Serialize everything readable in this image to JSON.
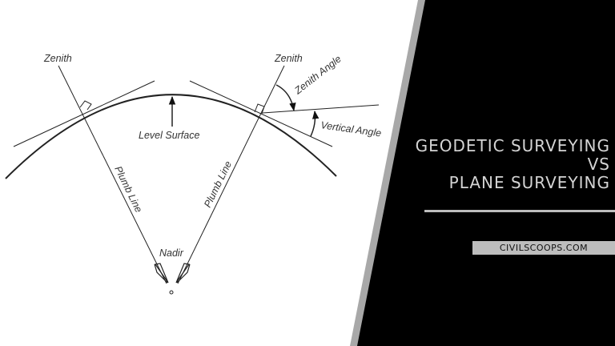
{
  "diagram": {
    "labels": {
      "zenith_left": "Zenith",
      "zenith_right": "Zenith",
      "zenith_angle": "Zenith Angle",
      "vertical_angle": "Vertical Angle",
      "level_surface": "Level Surface",
      "plumb_line_left": "Plumb Line",
      "plumb_line_right": "Plumb Line",
      "nadir": "Nadir"
    }
  },
  "panel": {
    "title_lines": [
      "GEODETIC SURVEYING",
      "VS",
      "PLANE SURVEYING"
    ],
    "site": "CIVILSCOOPS.COM"
  },
  "colors": {
    "panel": "#000000",
    "stripe": "#a8a8a8",
    "title_text": "#d4d4d4",
    "badge": "#bdbdbd"
  }
}
